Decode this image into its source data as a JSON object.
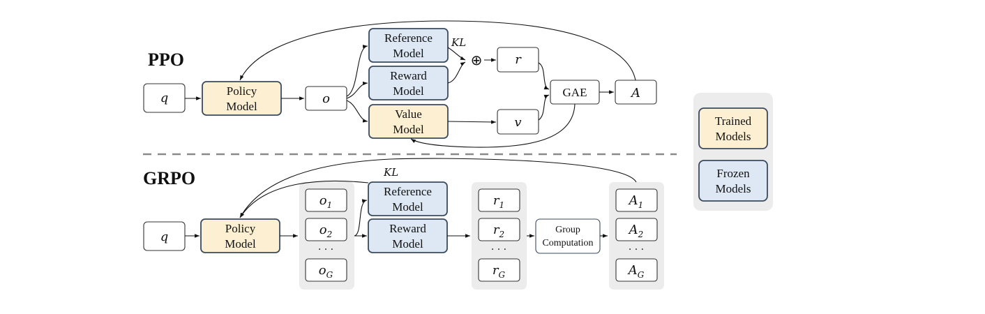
{
  "ppo": {
    "title": "PPO",
    "q": "q",
    "policy_model": [
      "Policy",
      "Model"
    ],
    "o": "o",
    "reference_model": [
      "Reference",
      "Model"
    ],
    "reward_model": [
      "Reward",
      "Model"
    ],
    "value_model": [
      "Value",
      "Model"
    ],
    "kl": "KL",
    "oplus": "⊕",
    "r": "r",
    "v": "v",
    "gae": "GAE",
    "a": "A"
  },
  "grpo": {
    "title": "GRPO",
    "q": "q",
    "policy_model": [
      "Policy",
      "Model"
    ],
    "kl": "KL",
    "outputs": {
      "o1": "o",
      "o1_sub": "1",
      "o2": "o",
      "o2_sub": "2",
      "dots": "· · ·",
      "oG": "o",
      "oG_sub": "G"
    },
    "reference_model": [
      "Reference",
      "Model"
    ],
    "reward_model": [
      "Reward",
      "Model"
    ],
    "rewards": {
      "r1": "r",
      "r1_sub": "1",
      "r2": "r",
      "r2_sub": "2",
      "dots": "· · ·",
      "rG": "r",
      "rG_sub": "G"
    },
    "group_computation": [
      "Group",
      "Computation"
    ],
    "advantages": {
      "a1": "A",
      "a1_sub": "1",
      "a2": "A",
      "a2_sub": "2",
      "dots": "· · ·",
      "aG": "A",
      "aG_sub": "G"
    }
  },
  "legend": {
    "trained": [
      "Trained",
      "Models"
    ],
    "frozen": [
      "Frozen",
      "Models"
    ]
  },
  "colors": {
    "trained_fill": "#fdf0d2",
    "frozen_fill": "#dde8f4",
    "box_stroke": "#3a4a5e",
    "group_bg": "#ececec",
    "divider": "#8a8a8a"
  }
}
